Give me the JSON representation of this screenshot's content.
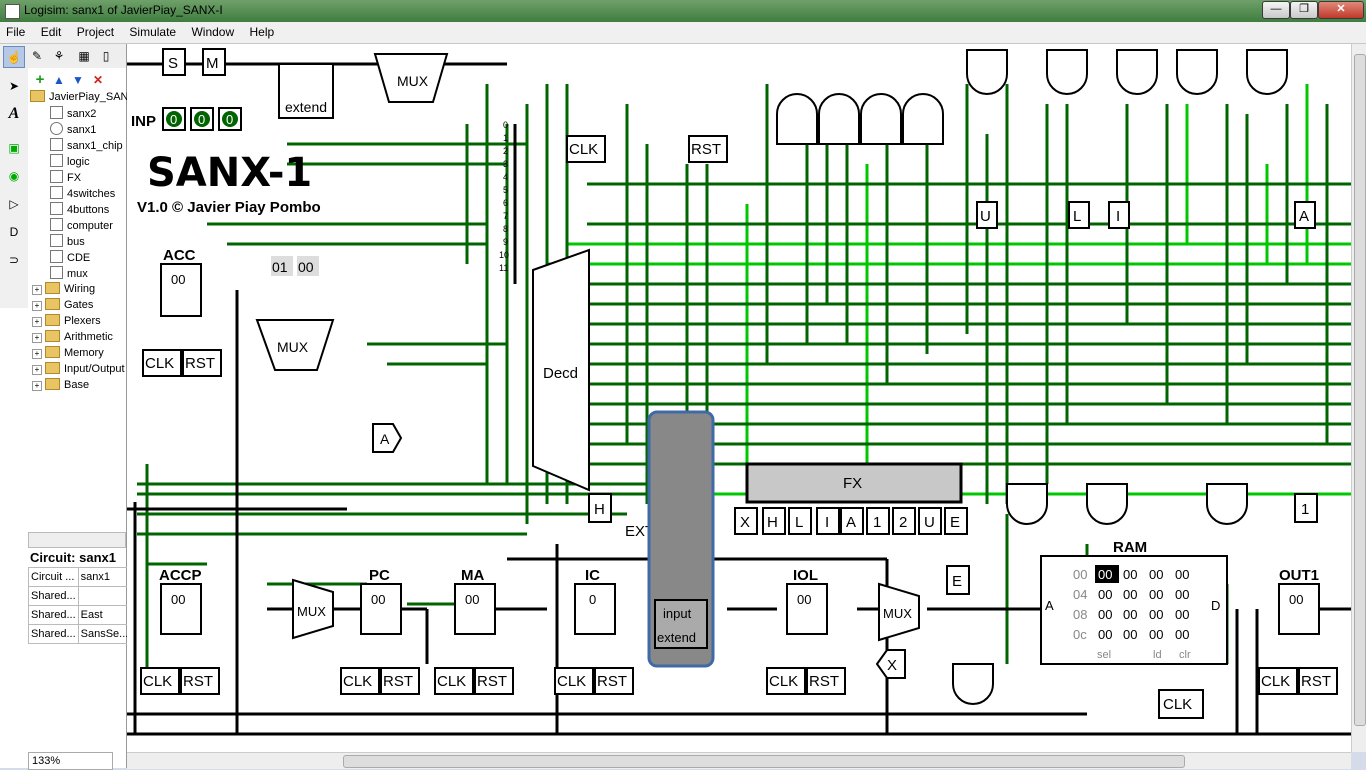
{
  "window": {
    "title": "Logisim: sanx1 of JavierPiay_SANX-I",
    "min": "—",
    "max": "❐",
    "close": "✕"
  },
  "menu": [
    "File",
    "Edit",
    "Project",
    "Simulate",
    "Window",
    "Help"
  ],
  "tree": {
    "root": "JavierPiay_SANX",
    "circuits": [
      "sanx2",
      "sanx1",
      "sanx1_chip",
      "logic",
      "FX",
      "4switches",
      "4buttons",
      "computer",
      "bus",
      "CDE",
      "mux"
    ],
    "libraries": [
      "Wiring",
      "Gates",
      "Plexers",
      "Arithmetic",
      "Memory",
      "Input/Output",
      "Base"
    ]
  },
  "attributes": {
    "header": "Circuit: sanx1",
    "rows": [
      {
        "key": "Circuit ...",
        "value": "sanx1"
      },
      {
        "key": "Shared...",
        "value": ""
      },
      {
        "key": "Shared...",
        "value": "East"
      },
      {
        "key": "Shared...",
        "value": "SansSe..."
      }
    ]
  },
  "zoom": "133%",
  "circuit": {
    "logo": "SANX-1",
    "credit": "V1.0 © Javier Piay Pombo",
    "inp_label": "INP",
    "inp_bits": [
      "0",
      "0",
      "0"
    ],
    "pins_top": [
      "S",
      "M"
    ],
    "extend_label": "extend",
    "mux": "MUX",
    "reg_value": "00",
    "reg_labels": [
      "ACC",
      "ACCP",
      "PC",
      "MA",
      "IC",
      "IOL",
      "OUT1"
    ],
    "clk": "CLK",
    "rst": "RST",
    "consts": [
      "01",
      "00"
    ],
    "decoder": "Decd",
    "ext_label": "EXT",
    "input_extend": [
      "input",
      "extend"
    ],
    "fx_label": "FX",
    "fx_pins": [
      "X",
      "H",
      "L",
      "I",
      "A",
      "1",
      "2",
      "U",
      "E"
    ],
    "bus_numbers": [
      "0",
      "1",
      "2",
      "3",
      "4",
      "5",
      "6",
      "7",
      "8",
      "9",
      "10",
      "11"
    ],
    "tunnels_top": [
      "U",
      "L",
      "I",
      "A"
    ],
    "tunnel_A": "A",
    "tunnel_H": "H",
    "tunnel_X": "X",
    "tunnel_E": "E",
    "tunnel_1": "1",
    "ram_title": "RAM",
    "ram_addr": [
      "00",
      "04",
      "08",
      "0c"
    ],
    "ram_cells": [
      [
        "00",
        "00",
        "00",
        "00"
      ],
      [
        "00",
        "00",
        "00",
        "00"
      ],
      [
        "00",
        "00",
        "00",
        "00"
      ],
      [
        "00",
        "00",
        "00",
        "00"
      ]
    ],
    "ram_ports": {
      "a": "A",
      "d": "D",
      "sel": "sel",
      "ld": "ld",
      "clr": "clr"
    },
    "ic_value": "0"
  },
  "colors": {
    "wire_on": "#00c800",
    "wire_dark": "#006400",
    "wire_bus": "#000000",
    "selection": "#3f6aa6"
  }
}
